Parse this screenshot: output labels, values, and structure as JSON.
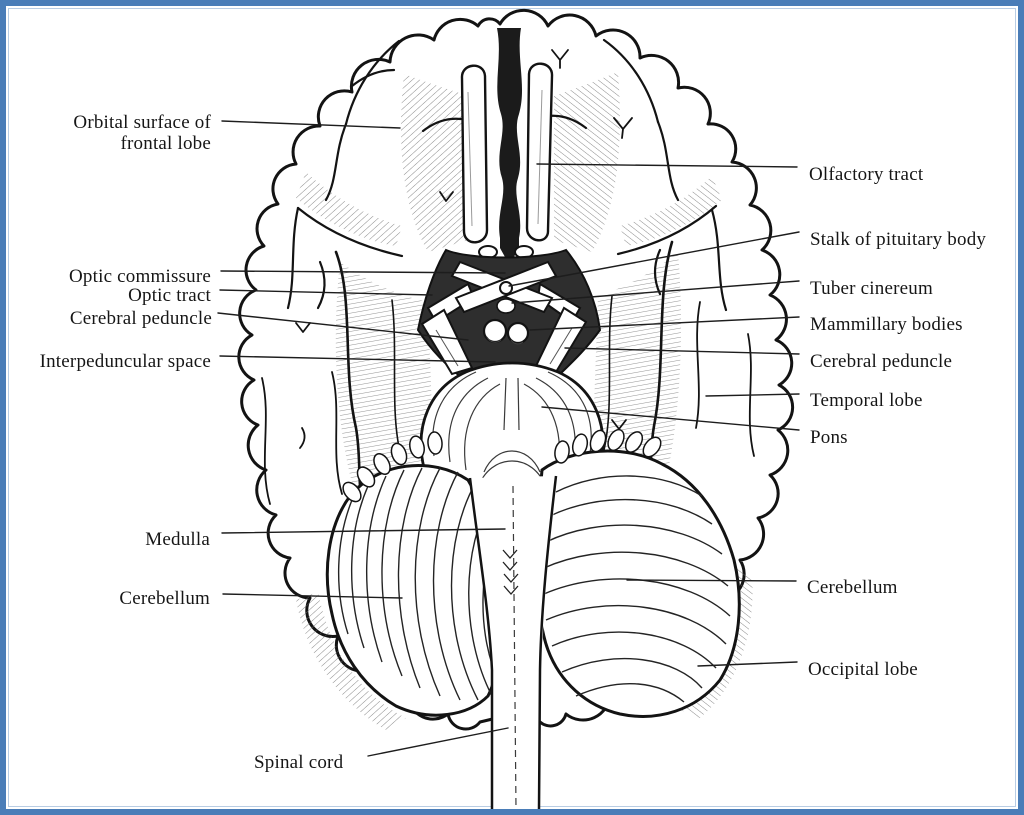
{
  "palette": {
    "frame_blue": "#4a7db8",
    "frame_inner_blue": "#b9cde4",
    "ink": "#161616",
    "paper": "#ffffff"
  },
  "labels": {
    "left": [
      {
        "id": "orbital_surface",
        "line1": "Orbital surface of",
        "line2": "frontal lobe"
      },
      {
        "id": "optic_commissure",
        "text": "Optic commissure"
      },
      {
        "id": "optic_tract",
        "text": "Optic tract"
      },
      {
        "id": "cerebral_peduncle_left",
        "text": "Cerebral peduncle"
      },
      {
        "id": "interpeduncular_space",
        "text": "Interpeduncular space"
      },
      {
        "id": "medulla",
        "text": "Medulla"
      },
      {
        "id": "cerebellum_left",
        "text": "Cerebellum"
      },
      {
        "id": "spinal_cord",
        "text": "Spinal cord"
      }
    ],
    "right": [
      {
        "id": "olfactory_tract",
        "text": "Olfactory tract"
      },
      {
        "id": "stalk_of_pituitary_body",
        "text": "Stalk of pituitary body"
      },
      {
        "id": "tuber_cinereum",
        "text": "Tuber cinereum"
      },
      {
        "id": "mammillary_bodies",
        "text": "Mammillary bodies"
      },
      {
        "id": "cerebral_peduncle_right",
        "text": "Cerebral peduncle"
      },
      {
        "id": "temporal_lobe",
        "text": "Temporal lobe"
      },
      {
        "id": "pons",
        "text": "Pons"
      },
      {
        "id": "cerebellum_right",
        "text": "Cerebellum"
      },
      {
        "id": "occipital_lobe",
        "text": "Occipital lobe"
      }
    ]
  }
}
